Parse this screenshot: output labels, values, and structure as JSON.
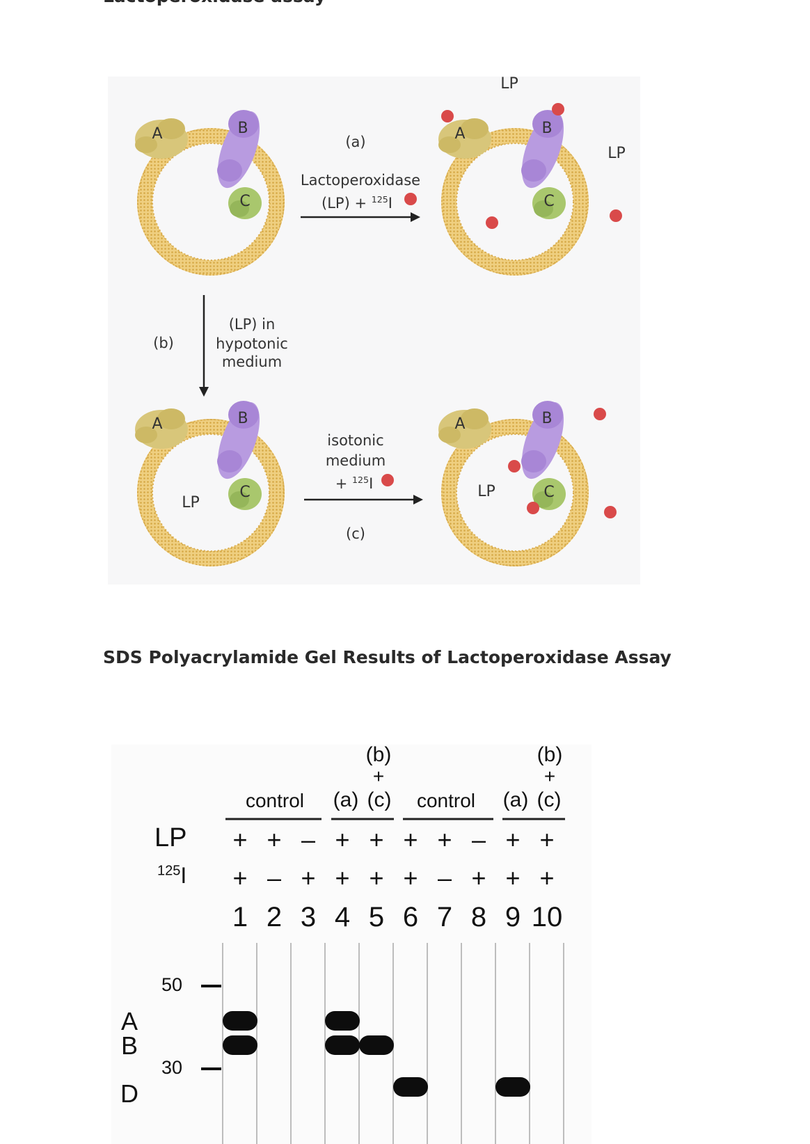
{
  "headings": {
    "top_cut": "Lactoperoxidase assay",
    "gel_title": "SDS Polyacrylamide Gel Results of Lactoperoxidase Assay"
  },
  "diagram": {
    "protein_labels": [
      "A",
      "B",
      "C"
    ],
    "lp": "LP",
    "step_a": "(a)",
    "step_a_text": "Lactoperoxidase",
    "step_a_text2": "(LP) + ",
    "step_b": "(b)",
    "step_b_line1": "(LP) in",
    "step_b_line2": "hypotonic",
    "step_b_line3": "medium",
    "step_c": "(c)",
    "step_c_line1": "isotonic",
    "step_c_line2": "medium",
    "step_c_line3": "+ ",
    "isotope_mass": "125",
    "isotope_symbol": "I",
    "colors": {
      "membrane": "#e8c36a",
      "protein_a": "#d8c67a",
      "protein_b": "#b89be0",
      "protein_c": "#a9c76d",
      "iodine": "#d94a4a"
    }
  },
  "gel": {
    "group_b": "(b)",
    "plus": "+",
    "minus": "–",
    "group_control": "control",
    "group_a": "(a)",
    "group_c": "(c)",
    "row_lp": "LP",
    "row_i_mass": "125",
    "row_i_symbol": "I",
    "lp_signs": [
      "+",
      "+",
      "–",
      "+",
      "+",
      "+",
      "+",
      "–",
      "+",
      "+"
    ],
    "i_signs": [
      "+",
      "–",
      "+",
      "+",
      "+",
      "+",
      "–",
      "+",
      "+",
      "+"
    ],
    "lanes": [
      "1",
      "2",
      "3",
      "4",
      "5",
      "6",
      "7",
      "8",
      "9",
      "10"
    ],
    "markers": [
      "50",
      "30"
    ],
    "band_labels": [
      "A",
      "B",
      "D"
    ]
  }
}
